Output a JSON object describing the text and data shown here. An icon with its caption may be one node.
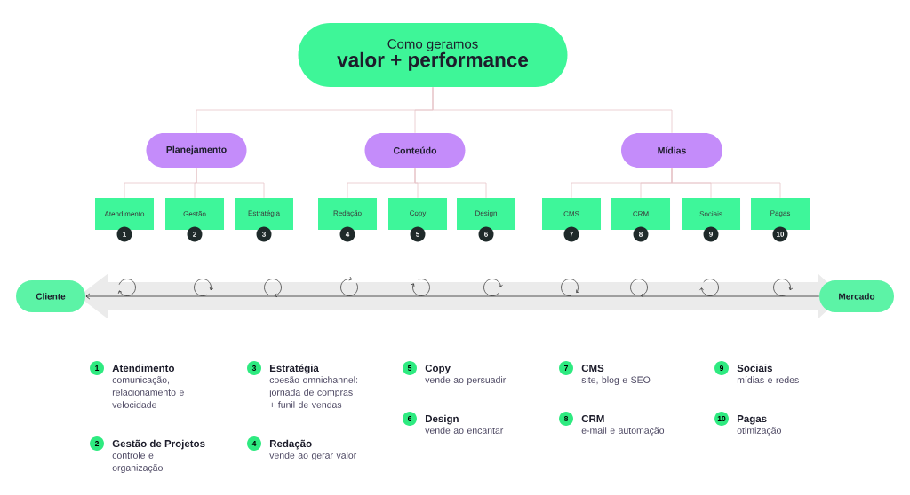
{
  "diagram": {
    "nodes": [
      {
        "text": [
          "Como geramos",
          "valor + performance"
        ]
      },
      {
        "text": [
          "Planejamento"
        ]
      },
      {
        "text": [
          "Conteúdo"
        ]
      },
      {
        "text": [
          "Mídias"
        ]
      },
      {
        "text": [
          "Atendimento"
        ],
        "beside": [
          "1"
        ]
      },
      {
        "text": [
          "Gestão"
        ],
        "beside": [
          "2"
        ]
      },
      {
        "text": [
          "Estratégia"
        ],
        "beside": [
          "3"
        ]
      },
      {
        "text": [
          "Redação"
        ],
        "beside": [
          "4"
        ]
      },
      {
        "text": [
          "Copy"
        ],
        "beside": [
          "5"
        ]
      },
      {
        "text": [
          "Design"
        ],
        "beside": [
          "6"
        ]
      },
      {
        "text": [
          "CMS"
        ],
        "beside": [
          "7"
        ]
      },
      {
        "text": [
          "CRM"
        ],
        "beside": [
          "8"
        ]
      },
      {
        "text": [
          "Sociais"
        ],
        "beside": [
          "9"
        ]
      },
      {
        "text": [
          "Pagas"
        ],
        "beside": [
          "10"
        ]
      },
      {
        "text": [
          "Cliente"
        ]
      },
      {
        "text": [
          "Mercado"
        ]
      }
    ],
    "edges": [
      {
        "from": 0,
        "to": 1,
        "arrow": "none"
      },
      {
        "from": 0,
        "to": 2,
        "arrow": "none"
      },
      {
        "from": 0,
        "to": 3,
        "arrow": "none"
      },
      {
        "from": 1,
        "to": 4,
        "arrow": "none"
      },
      {
        "from": 1,
        "to": 5,
        "arrow": "none"
      },
      {
        "from": 1,
        "to": 6,
        "arrow": "none"
      },
      {
        "from": 2,
        "to": 7,
        "arrow": "none"
      },
      {
        "from": 2,
        "to": 8,
        "arrow": "none"
      },
      {
        "from": 2,
        "to": 9,
        "arrow": "none"
      },
      {
        "from": 3,
        "to": 10,
        "arrow": "none"
      },
      {
        "from": 3,
        "to": 11,
        "arrow": "none"
      },
      {
        "from": 3,
        "to": 12,
        "arrow": "none"
      },
      {
        "from": 3,
        "to": 13,
        "arrow": "none"
      },
      {
        "from": 15,
        "to": 14,
        "arrow": "to",
        "color": "#2b2b2b"
      }
    ],
    "labels": [
      "1",
      "Atendimento",
      "comunicação, relacionamento e velocidade",
      "2",
      "Gestão de Projetos",
      "controle e organização",
      "3",
      "Estratégia",
      "coesão omnichannel: jornada de compras + funil de vendas",
      "4",
      "Redação",
      "vende ao gerar valor",
      "5",
      "Copy",
      "vende ao persuadir",
      "6",
      "Design",
      "vende ao encantar",
      "7",
      "CMS",
      "site, blog e SEO",
      "8",
      "CRM",
      "e-mail e automação",
      "9",
      "Sociais",
      "mídias e redes",
      "10",
      "Pagas",
      "otimização"
    ]
  }
}
